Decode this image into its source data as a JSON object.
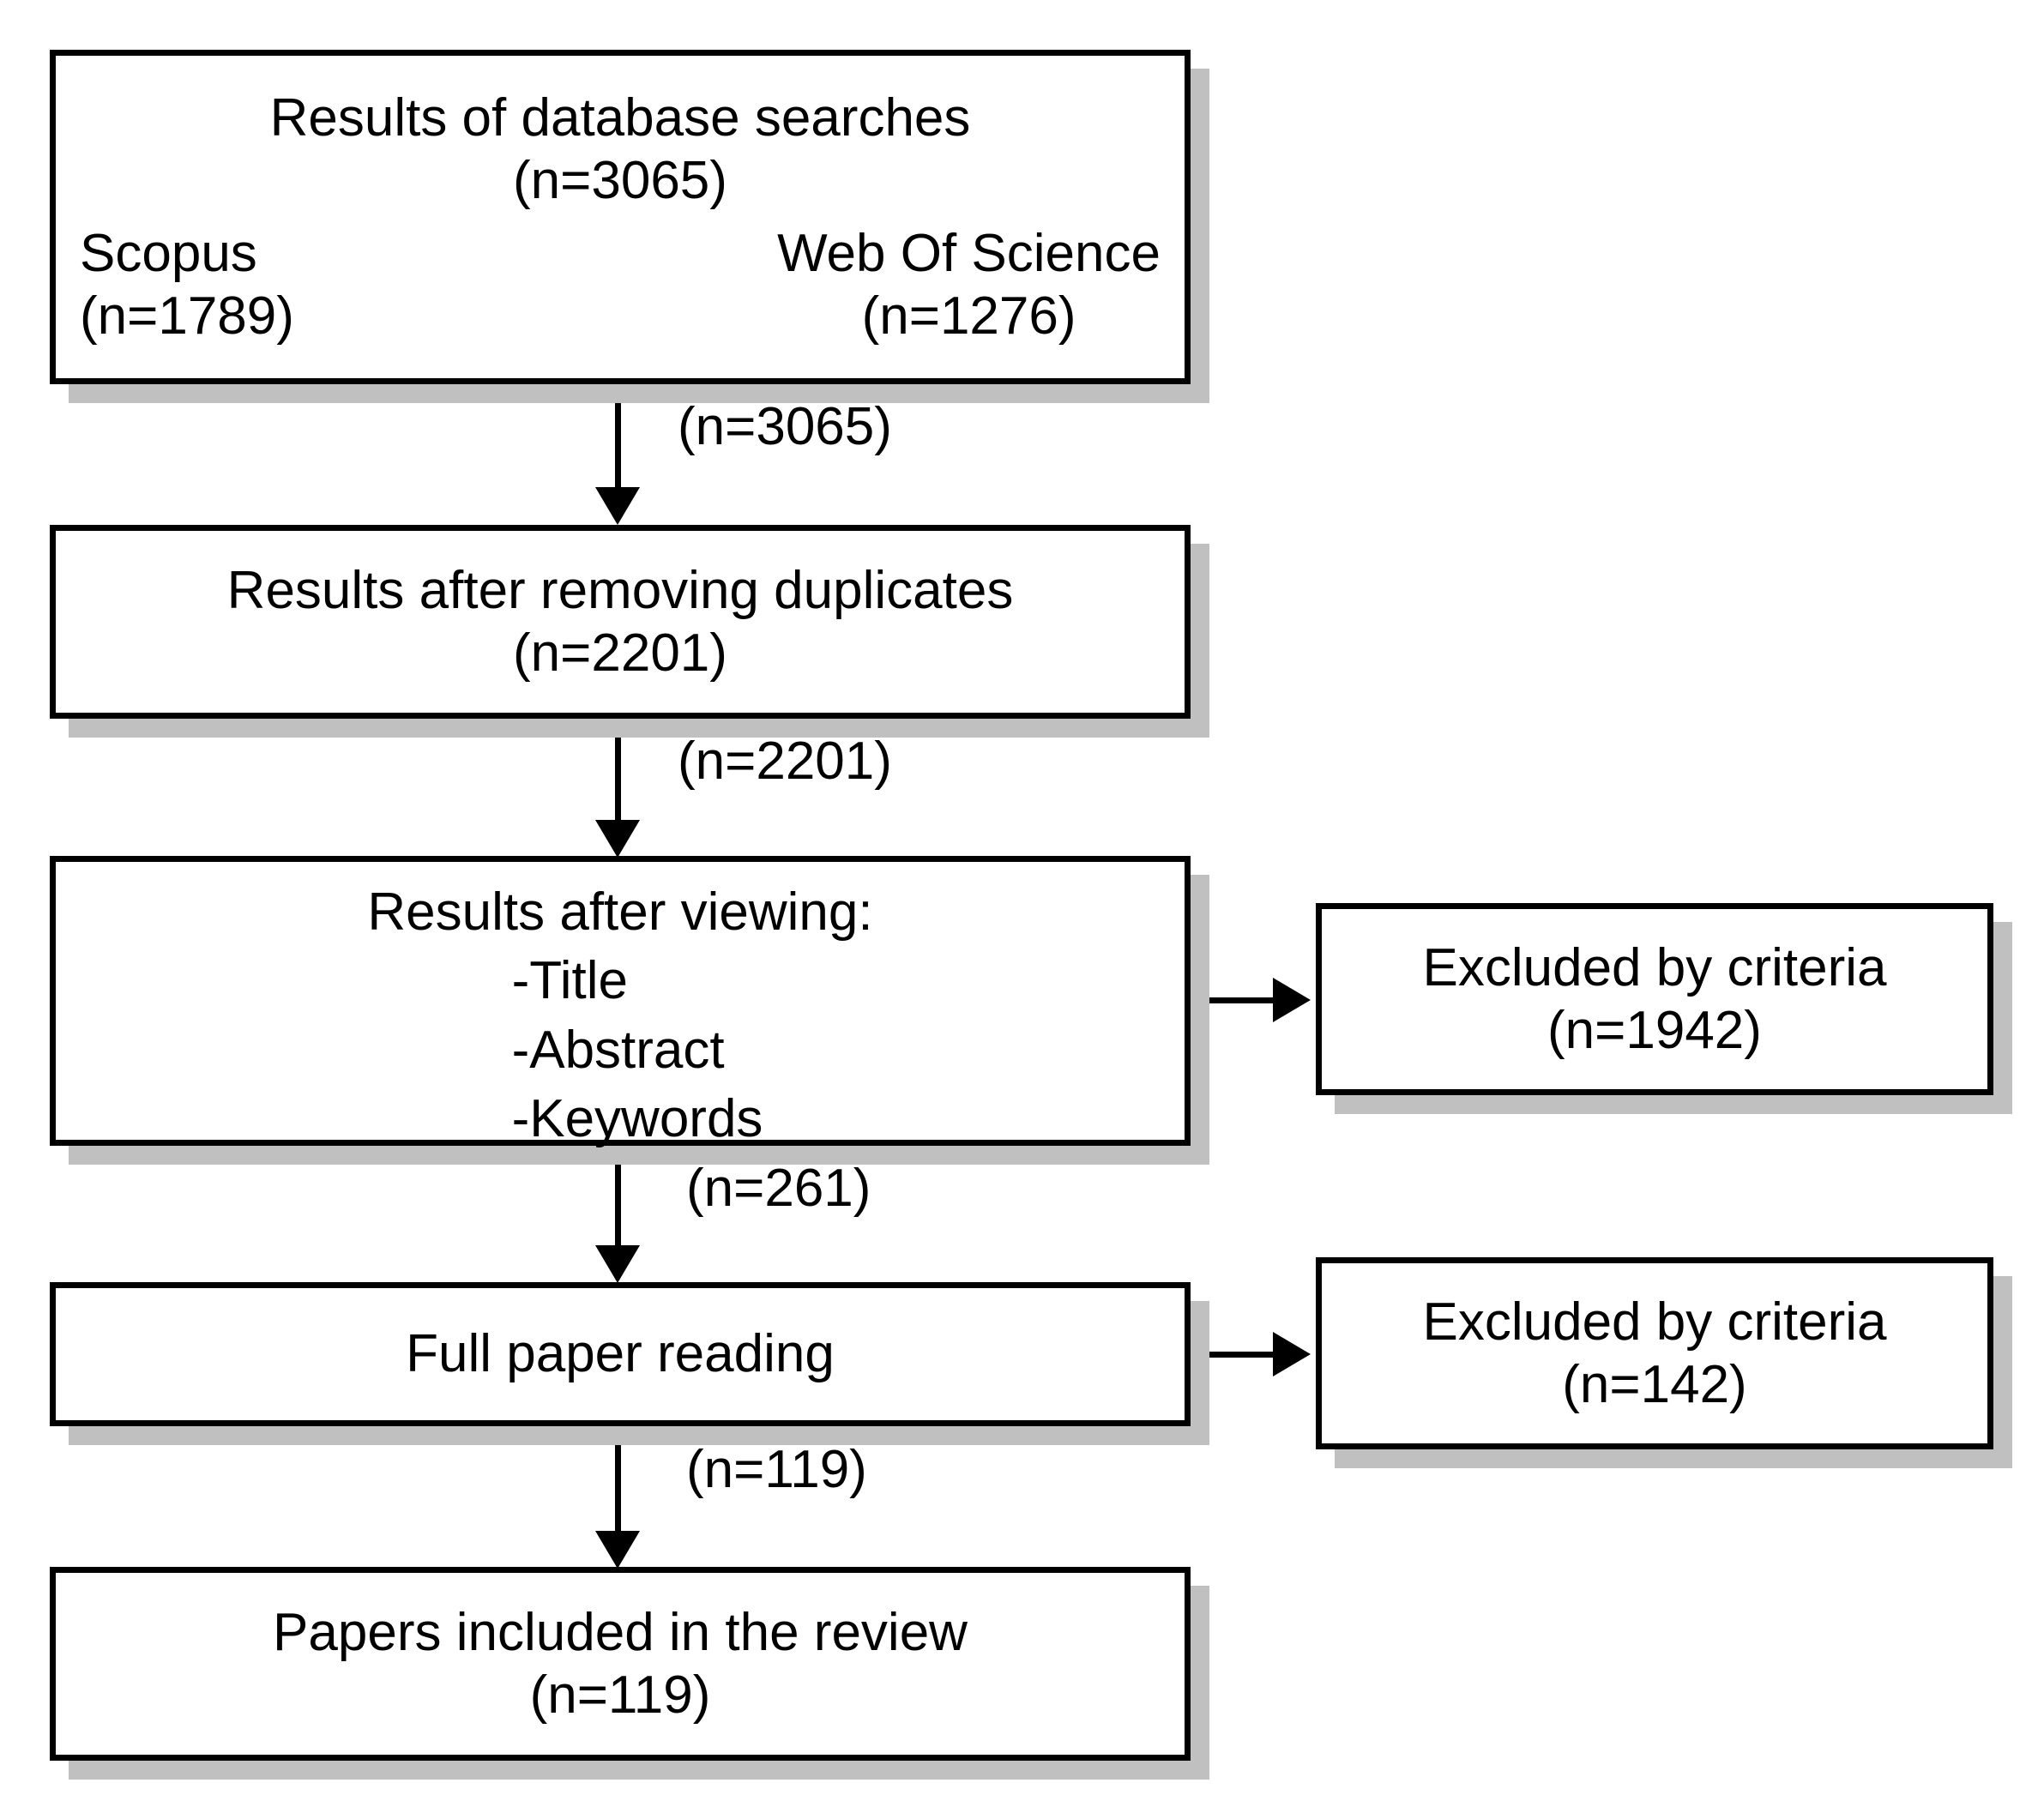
{
  "diagram": {
    "title": "Study selection flow diagram",
    "type": "prisma-flowchart",
    "colors": {
      "box_border": "#000000",
      "box_fill": "#ffffff",
      "shadow": "#c0c0c0",
      "text": "#000000",
      "background": "#ffffff"
    }
  },
  "nodes": {
    "database_searches": {
      "line1": "Results of database searches",
      "line2": "(n=3065)",
      "source_left_name": "Scopus",
      "source_left_count": "(n=1789)",
      "source_right_name": "Web Of Science",
      "source_right_count": "(n=1276)"
    },
    "after_duplicates": {
      "line1": "Results after removing duplicates",
      "line2": "(n=2201)"
    },
    "after_viewing": {
      "line1": "Results after viewing:",
      "bullet1": "-Title",
      "bullet2": "-Abstract",
      "bullet3": "-Keywords"
    },
    "full_paper_reading": {
      "line1": "Full paper reading"
    },
    "papers_included": {
      "line1": "Papers included in the review",
      "line2": "(n=119)"
    },
    "excluded_screening": {
      "line1": "Excluded by criteria",
      "line2": "(n=1942)"
    },
    "excluded_fulltext": {
      "line1": "Excluded by criteria",
      "line2": "(n=142)"
    }
  },
  "edges": {
    "searches_to_duplicates": "(n=3065)",
    "duplicates_to_viewing": "(n=2201)",
    "viewing_to_reading": "(n=261)",
    "reading_to_included": "(n=119)"
  }
}
